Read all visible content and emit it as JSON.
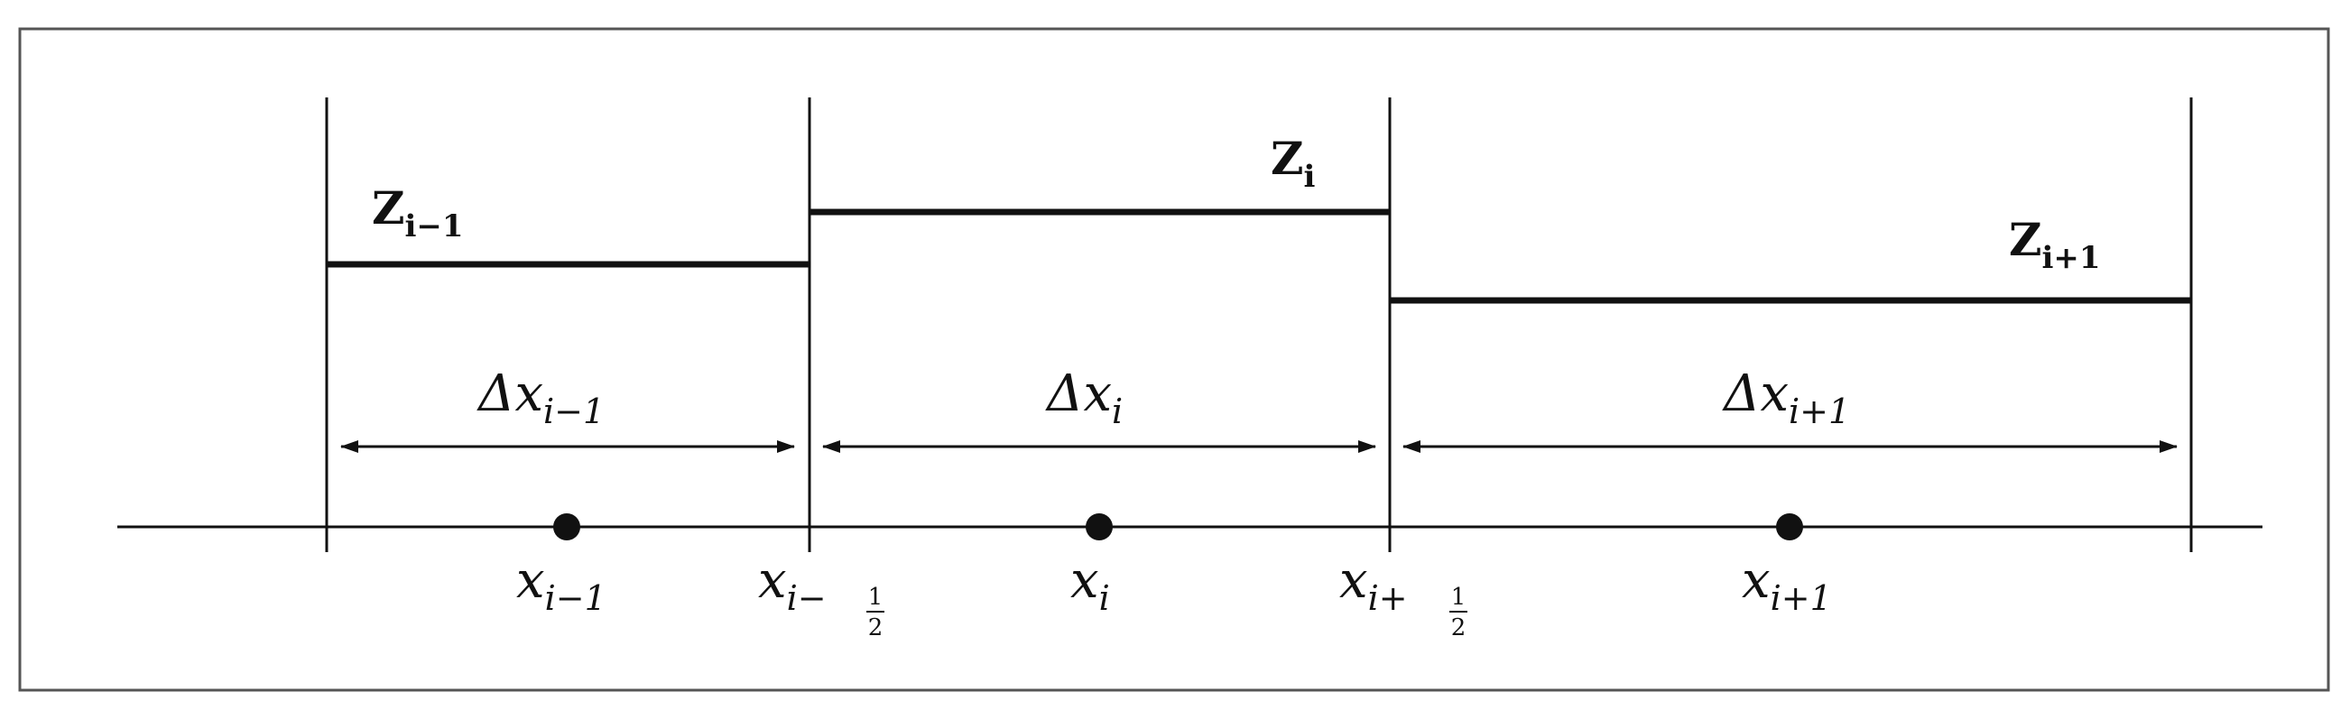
{
  "diagram": {
    "cells": [
      {
        "level_label": {
          "base": "Z",
          "sub": "i−1"
        },
        "width_label": {
          "base": "Δx",
          "sub": "i−1"
        }
      },
      {
        "level_label": {
          "base": "Z",
          "sub": "i"
        },
        "width_label": {
          "base": "Δx",
          "sub": "i"
        }
      },
      {
        "level_label": {
          "base": "Z",
          "sub": "i+1"
        },
        "width_label": {
          "base": "Δx",
          "sub": "i+1"
        }
      }
    ],
    "centers": [
      {
        "base": "x",
        "sub": "i−1"
      },
      {
        "base": "x",
        "sub": "i"
      },
      {
        "base": "x",
        "sub": "i+1"
      }
    ],
    "interfaces": [
      {
        "base": "x",
        "sub": "i−",
        "frac_num": "1",
        "frac_den": "2"
      },
      {
        "base": "x",
        "sub": "i+",
        "frac_num": "1",
        "frac_den": "2"
      }
    ]
  }
}
